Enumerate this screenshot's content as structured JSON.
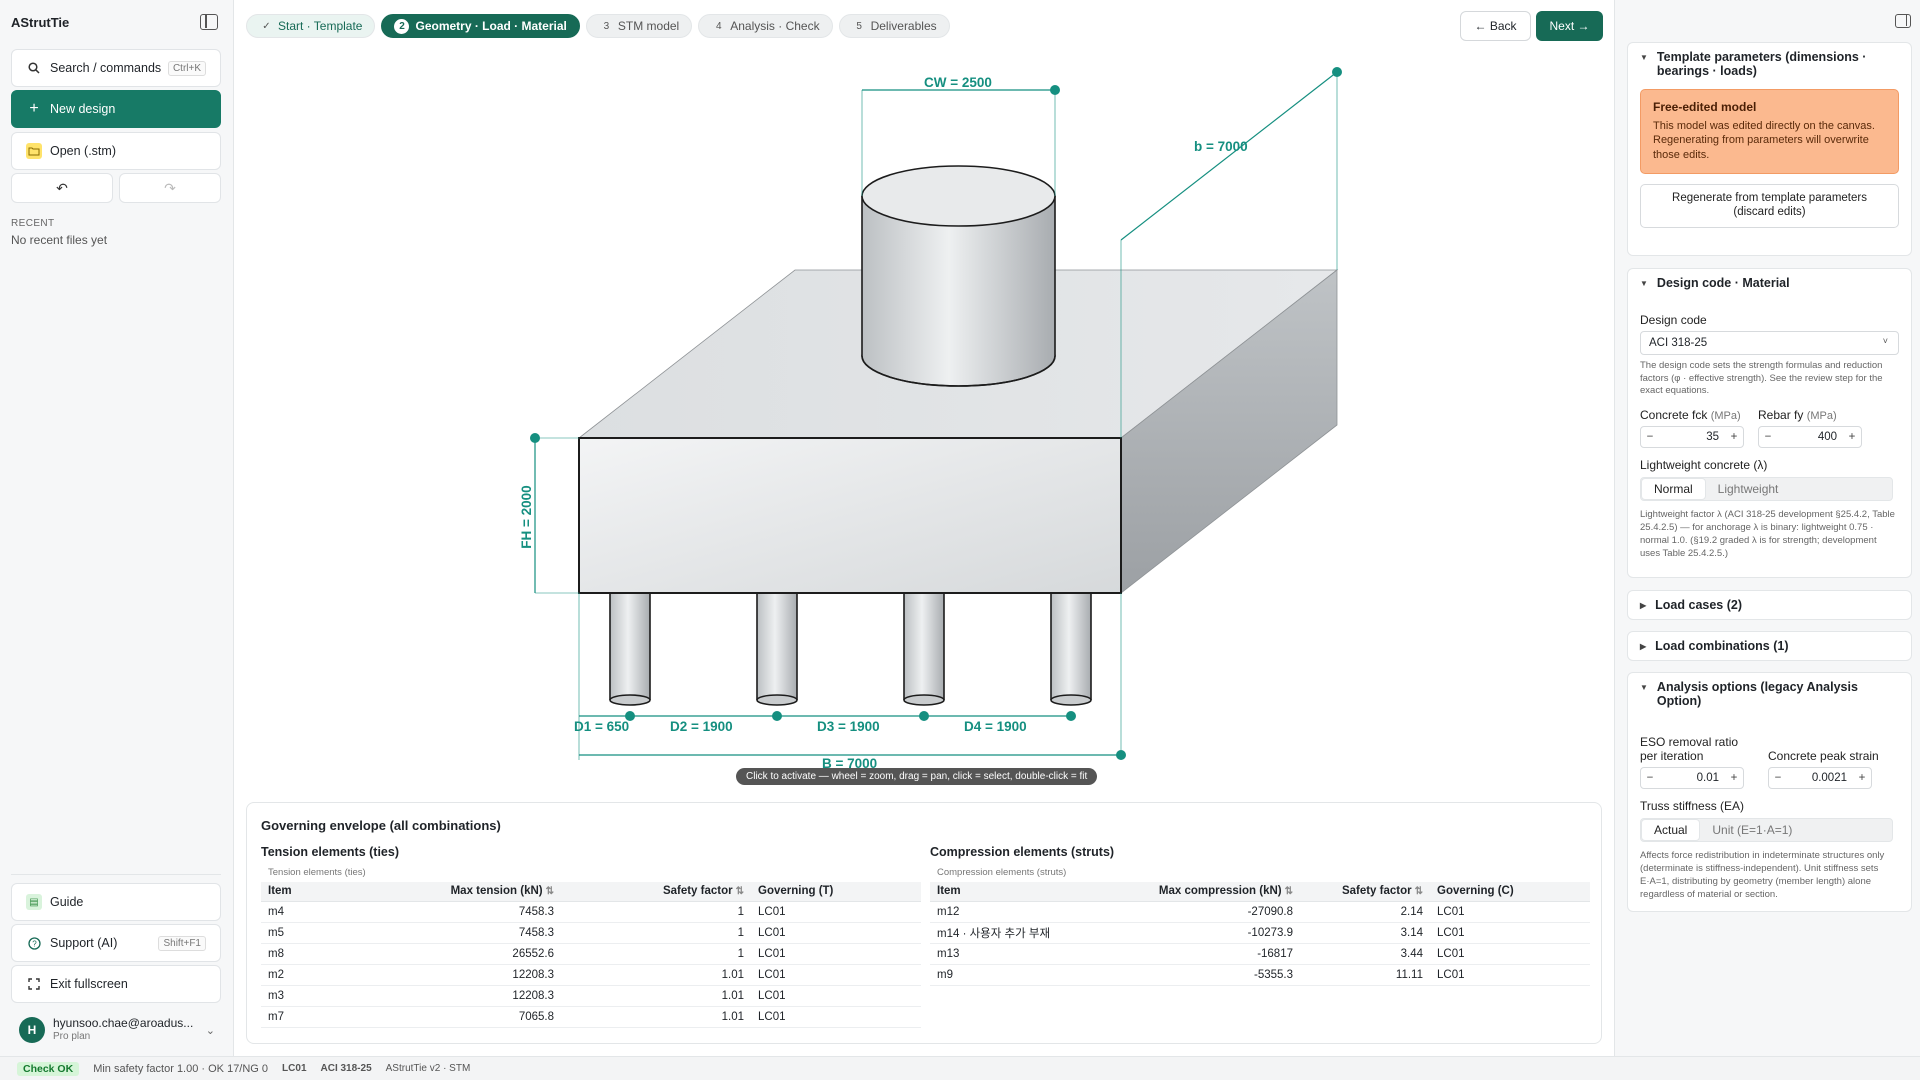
{
  "app": {
    "title": "AStrutTie"
  },
  "sidebar": {
    "search_label": "Search / commands",
    "search_shortcut": "Ctrl+K",
    "new_design_label": "New design",
    "open_label": "Open (.stm)",
    "recent_heading": "RECENT",
    "recent_empty": "No recent files yet",
    "guide_label": "Guide",
    "support_label": "Support (AI)",
    "support_shortcut": "Shift+F1",
    "fullscreen_label": "Exit fullscreen",
    "user_initial": "H",
    "user_email": "hyunsoo.chae@aroadus...",
    "user_plan": "Pro plan"
  },
  "steps": [
    {
      "num": "✓",
      "label": "Start · Template",
      "state": "done"
    },
    {
      "num": "2",
      "label": "Geometry · Load · Material",
      "state": "active"
    },
    {
      "num": "3",
      "label": "STM model",
      "state": "todo"
    },
    {
      "num": "4",
      "label": "Analysis · Check",
      "state": "todo"
    },
    {
      "num": "5",
      "label": "Deliverables",
      "state": "todo"
    }
  ],
  "nav": {
    "back_label": "← Back",
    "next_label": "Next →"
  },
  "canvas": {
    "dims": {
      "cw": "CW = 2500",
      "b_depth": "b = 7000",
      "fh": "FH = 2000",
      "d1": "D1 = 650",
      "d2": "D2 = 1900",
      "d3": "D3 = 1900",
      "d4": "D4 = 1900",
      "b_width": "B = 7000"
    },
    "tooltip": "Click to activate — wheel = zoom, drag = pan, click = select, double-click = fit",
    "colors": {
      "dim": "#158f80",
      "solid_fill": "#dfe2e4",
      "edge": "#1c1c1c"
    }
  },
  "envelope": {
    "title": "Governing envelope (all combinations)",
    "tension": {
      "heading": "Tension elements (ties)",
      "caption": "Tension elements (ties)",
      "columns": [
        "Item",
        "Max tension (kN)",
        "Safety factor",
        "Governing (T)"
      ],
      "rows": [
        [
          "m4",
          "7458.3",
          "1",
          "LC01"
        ],
        [
          "m5",
          "7458.3",
          "1",
          "LC01"
        ],
        [
          "m8",
          "26552.6",
          "1",
          "LC01"
        ],
        [
          "m2",
          "12208.3",
          "1.01",
          "LC01"
        ],
        [
          "m3",
          "12208.3",
          "1.01",
          "LC01"
        ],
        [
          "m7",
          "7065.8",
          "1.01",
          "LC01"
        ]
      ]
    },
    "compression": {
      "heading": "Compression elements (struts)",
      "caption": "Compression elements (struts)",
      "columns": [
        "Item",
        "Max compression (kN)",
        "Safety factor",
        "Governing (C)"
      ],
      "rows": [
        [
          "m12",
          "-27090.8",
          "2.14",
          "LC01"
        ],
        [
          "m14 · 사용자 추가 부재",
          "-10273.9",
          "3.14",
          "LC01"
        ],
        [
          "m13",
          "-16817",
          "3.44",
          "LC01"
        ],
        [
          "m9",
          "-5355.3",
          "11.11",
          "LC01"
        ]
      ]
    }
  },
  "right": {
    "template_title": "Template parameters (dimensions · bearings · loads)",
    "warn_title": "Free-edited model",
    "warn_text": "This model was edited directly on the canvas. Regenerating from parameters will overwrite those edits.",
    "regen_label": "Regenerate from template parameters (discard edits)",
    "design_title": "Design code · Material",
    "design_code_label": "Design code",
    "design_code_value": "ACI 318-25",
    "design_code_hint": "The design code sets the strength formulas and reduction factors (φ · effective strength). See the review step for the exact equations.",
    "fck_label": "Concrete fck",
    "fck_unit": "(MPa)",
    "fck_value": "35",
    "fy_label": "Rebar fy",
    "fy_unit": "(MPa)",
    "fy_value": "400",
    "lw_label": "Lightweight concrete (λ)",
    "lw_options": [
      "Normal",
      "Lightweight"
    ],
    "lw_hint": "Lightweight factor λ (ACI 318-25 development §25.4.2, Table 25.4.2.5) — for anchorage λ is binary: lightweight 0.75 · normal 1.0. (§19.2 graded λ is for strength; development uses Table 25.4.2.5.)",
    "load_cases_title": "Load cases (2)",
    "load_combos_title": "Load combinations (1)",
    "analysis_title": "Analysis options (legacy Analysis Option)",
    "eso_label": "ESO removal ratio per iteration",
    "eso_value": "0.01",
    "strain_label": "Concrete peak strain",
    "strain_value": "0.0021",
    "truss_label": "Truss stiffness (EA)",
    "truss_options": [
      "Actual",
      "Unit (E=1·A=1)"
    ],
    "truss_hint": "Affects force redistribution in indeterminate structures only (determinate is stiffness-independent). Unit stiffness sets E·A=1, distributing by geometry (member length) alone regardless of material or section."
  },
  "status": {
    "check": "Check OK",
    "summary": "Min safety factor 1.00 · OK 17/NG 0",
    "lc": "LC01",
    "code": "ACI 318-25",
    "version": "AStrutTie v2 · STM"
  }
}
